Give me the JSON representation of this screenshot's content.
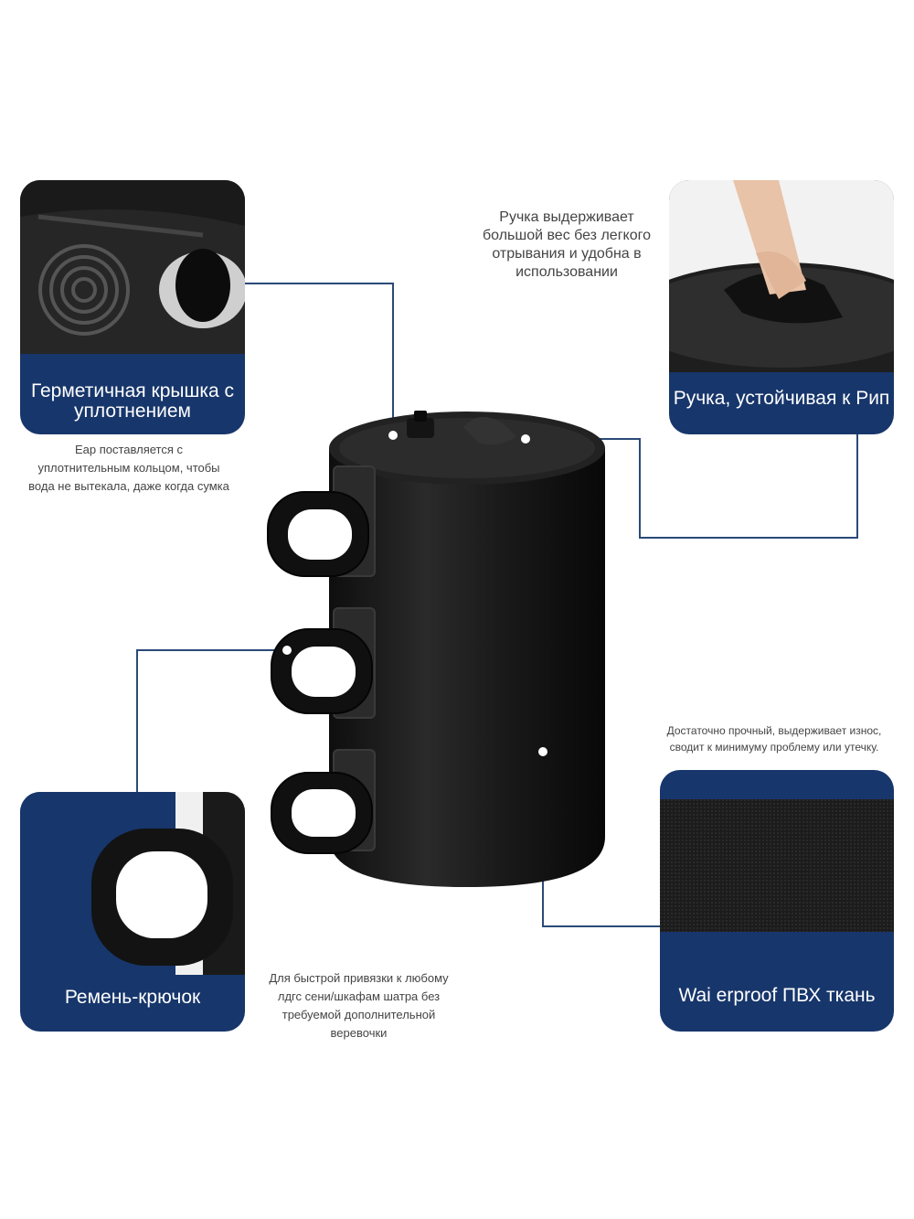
{
  "cards": {
    "lid": {
      "caption": "Герметичная крышка с уплотнением"
    },
    "handle": {
      "caption": "Ручка, устойчивая к Рип"
    },
    "strap": {
      "caption": "Ремень-крючок"
    },
    "fabric": {
      "caption": "Wai erproof ПВХ ткань"
    }
  },
  "notes": {
    "lid": "Eap поставляется с уплотнительным кольцом, чтобы вода не вытекала, даже когда сумка",
    "handle": "Ручка выдерживает большой вес без легкого отрывания и удобна в использовании",
    "strap": "Для быстрой привязки к любому лдгс сени/шкафам шатра без требуемой дополнительной веревочки",
    "fabric": "Достаточно прочный, выдерживает износ, сводит к минимуму проблему или утечку."
  },
  "colors": {
    "card_bg": "#17366b",
    "line": "#2a4a78",
    "product": "#1c1c1c"
  },
  "icons": [
    "water-bag-product-image",
    "seal-cap-photo",
    "hand-handle-photo",
    "strap-photo",
    "pvc-fabric-photo"
  ]
}
